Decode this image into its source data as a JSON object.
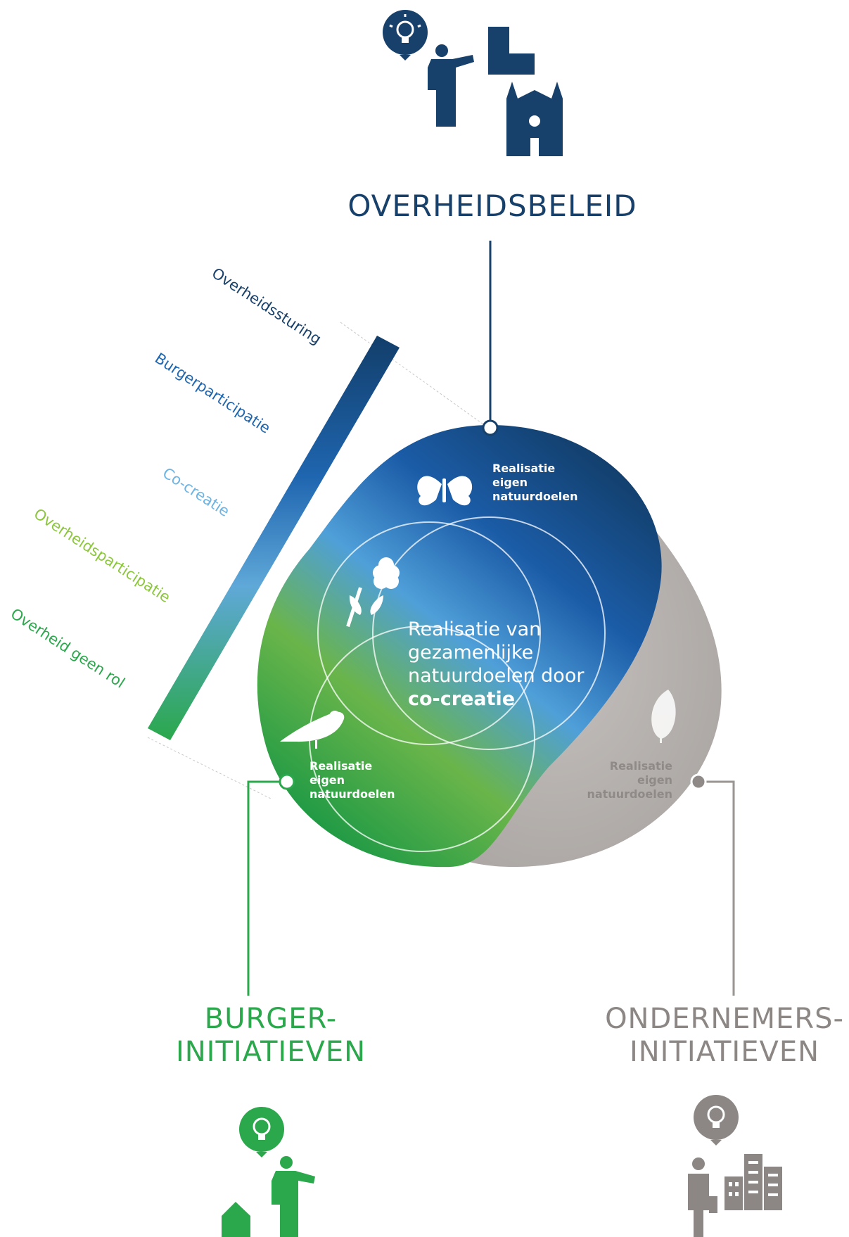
{
  "top_actor": {
    "title": "OVERHEIDSBELEID",
    "icons": [
      "lightbulb-icon",
      "person-pointing-icon",
      "office-building-icon",
      "government-building-icon"
    ],
    "color": "#17406b"
  },
  "left_actor": {
    "title_line1": "BURGER-",
    "title_line2": "INITIATIEVEN",
    "icons": [
      "lightbulb-icon",
      "person-pointing-icon",
      "house-icon"
    ],
    "color": "#2aa84b"
  },
  "right_actor": {
    "title_line1": "ONDERNEMERS-",
    "title_line2": "INITIATIEVEN",
    "icons": [
      "lightbulb-icon",
      "businessman-icon",
      "office-buildings-icon"
    ],
    "color": "#8c8784"
  },
  "scale": {
    "labels": [
      "Overheidssturing",
      "Burgerparticipatie",
      "Co-creatie",
      "Overheidsparticipatie",
      "Overheid geen rol"
    ],
    "colors": [
      "#17406b",
      "#1f66b0",
      "#6cb4e4",
      "#8cc63e",
      "#2aa84b"
    ]
  },
  "venn": {
    "top_label": [
      "Realisatie",
      "eigen",
      "natuurdoelen"
    ],
    "left_label": [
      "Realisatie",
      "eigen",
      "natuurdoelen"
    ],
    "right_label": [
      "Realisatie",
      "eigen",
      "natuurdoelen"
    ],
    "center_text": [
      "Realisatie van",
      "gezamenlijke",
      "natuurdoelen door"
    ],
    "center_bold": "co-creatie",
    "icons": [
      "butterfly-icon",
      "flower-icon",
      "bird-icon",
      "leaf-icon"
    ]
  },
  "colors": {
    "dark_blue": "#17406b",
    "blue": "#1f66b0",
    "light_blue": "#6cb4e4",
    "green": "#2aa84b",
    "grey": "#b6b1ae"
  }
}
